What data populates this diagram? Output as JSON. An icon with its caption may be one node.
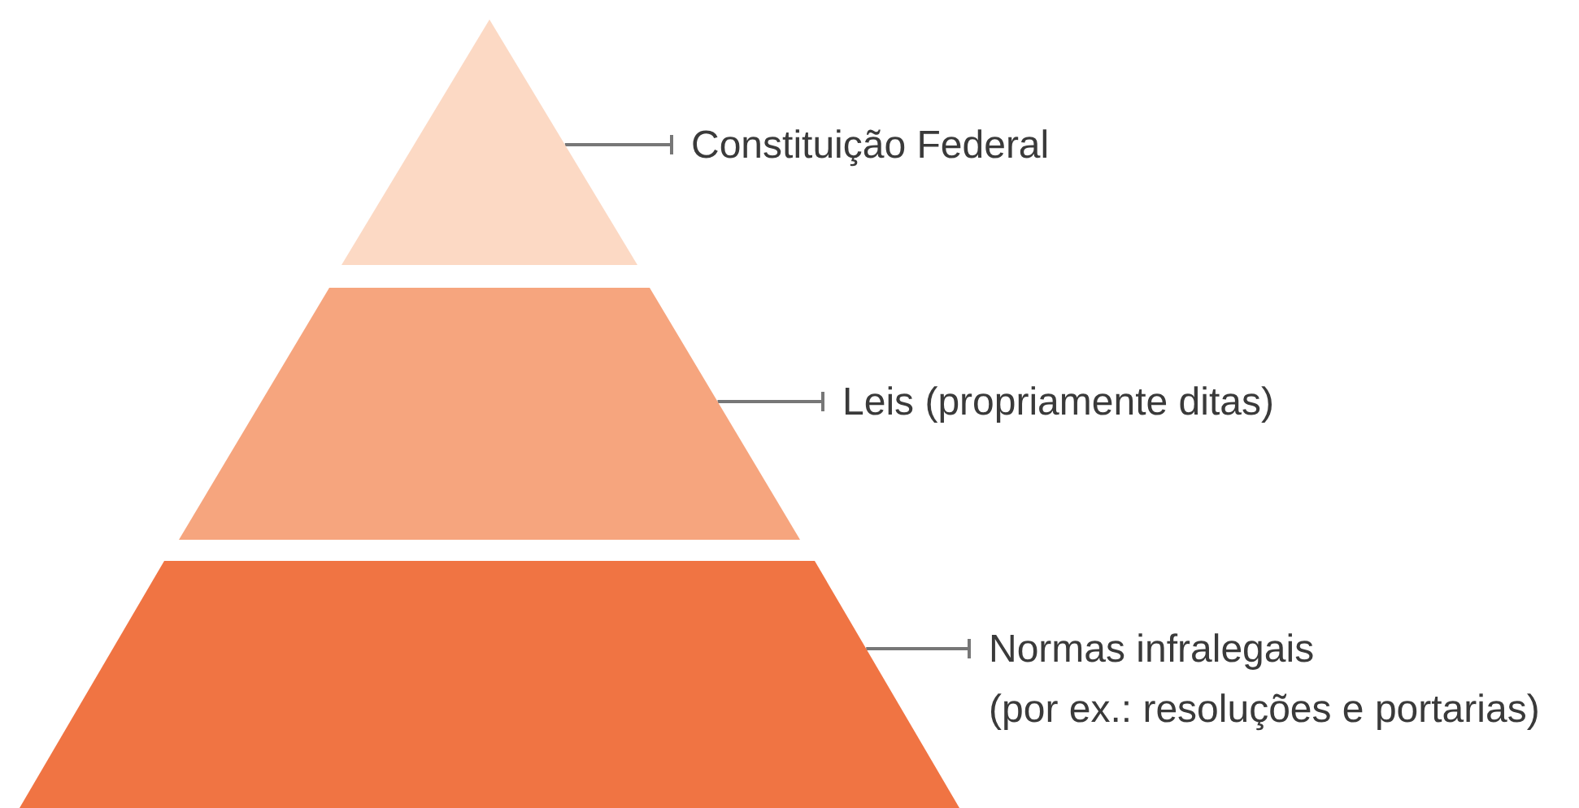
{
  "diagram": {
    "nodes": [
      {
        "text": [],
        "shape": "triangle"
      },
      {
        "text": [
          "Constituição Federal"
        ]
      },
      {
        "text": [],
        "shape": "trapezoid"
      },
      {
        "text": [
          "Leis (propriamente ditas)"
        ]
      },
      {
        "text": [],
        "shape": "trapezoid"
      },
      {
        "text": [
          "Normas infralegais",
          "(por ex.: resoluções e portarias)"
        ]
      }
    ],
    "edges": [
      {
        "from": 1,
        "to": 0,
        "arrow": "other"
      },
      {
        "from": 3,
        "to": 2,
        "arrow": "other"
      },
      {
        "from": 5,
        "to": 4,
        "arrow": "other"
      }
    ]
  }
}
